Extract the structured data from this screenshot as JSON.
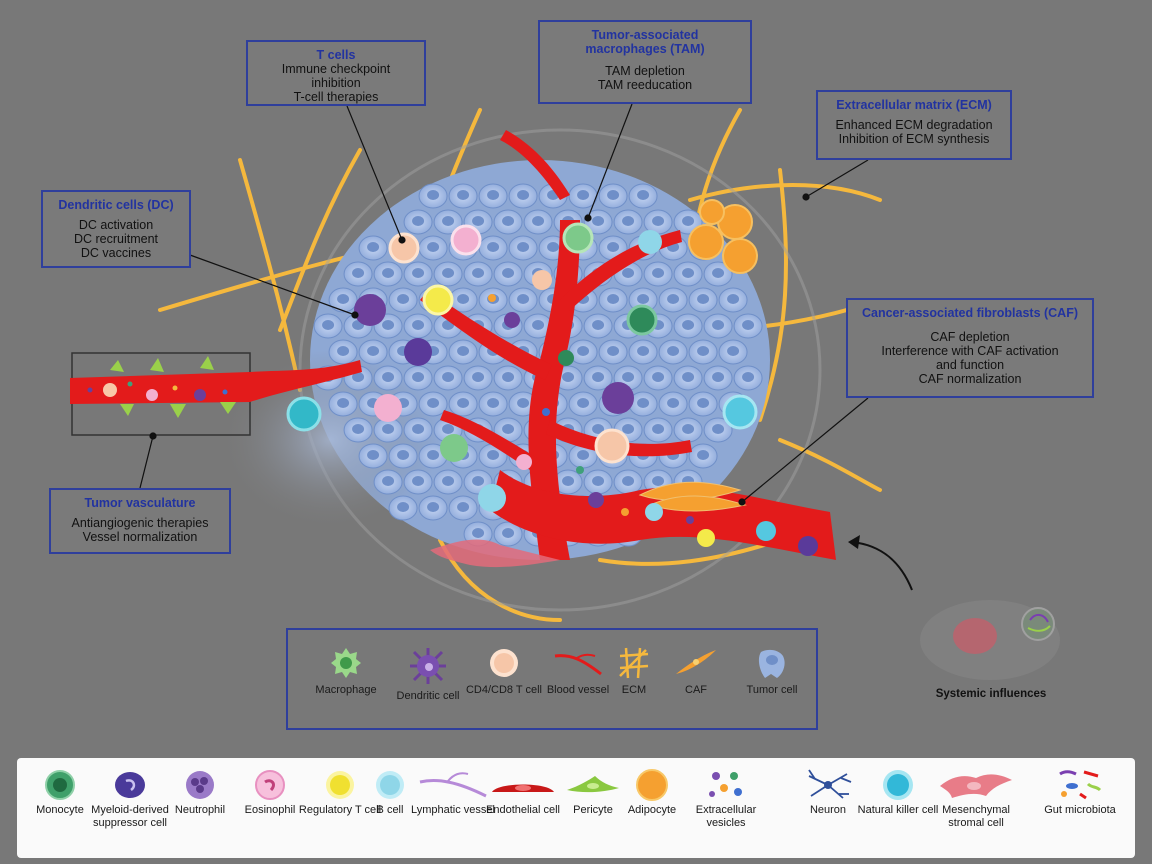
{
  "callouts": {
    "t_cells": {
      "title": "T cells",
      "lines": [
        "Immune checkpoint inhibition",
        "T-cell therapies"
      ]
    },
    "tam": {
      "title": "Tumor-associated macrophages (TAM)",
      "lines": [
        "TAM depletion",
        "TAM reeducation"
      ]
    },
    "ecm": {
      "title": "Extracellular matrix (ECM)",
      "lines": [
        "Enhanced ECM degradation",
        "Inhibition of ECM synthesis"
      ]
    },
    "dc": {
      "title": "Dendritic cells (DC)",
      "lines": [
        "DC activation",
        "DC recruitment",
        "DC vaccines"
      ]
    },
    "caf": {
      "title": "Cancer-associated fibroblasts (CAF)",
      "lines": [
        "CAF depletion",
        "Interference with CAF activation",
        "and function",
        "CAF normalization"
      ]
    },
    "vasculature": {
      "title": "Tumor vasculature",
      "lines": [
        "Antiangiogenic therapies",
        "Vessel normalization"
      ]
    }
  },
  "systemic_label": "Systemic influences",
  "legend": [
    {
      "icon": "macrophage-icon",
      "label": "Macrophage"
    },
    {
      "icon": "dendritic-cell-icon",
      "label": "Dendritic cell"
    },
    {
      "icon": "t-cell-icon",
      "label": "CD4/CD8 T cell"
    },
    {
      "icon": "blood-vessel-icon",
      "label": "Blood vessel"
    },
    {
      "icon": "ecm-icon",
      "label": "ECM"
    },
    {
      "icon": "caf-icon",
      "label": "CAF"
    },
    {
      "icon": "tumor-cell-icon",
      "label": "Tumor cell"
    }
  ],
  "bottom_legend": [
    {
      "icon": "monocyte-icon",
      "label": "Monocyte"
    },
    {
      "icon": "myeloid-derived-suppressor-cell-icon",
      "label": "Myeloid-derived suppressor cell"
    },
    {
      "icon": "neutrophil-icon",
      "label": "Neutrophil"
    },
    {
      "icon": "eosinophil-icon",
      "label": "Eosinophil"
    },
    {
      "icon": "regulatory-t-cell-icon",
      "label": "Regulatory T cell"
    },
    {
      "icon": "b-cell-icon",
      "label": "B cell"
    },
    {
      "icon": "lymphatic-vessel-icon",
      "label": "Lymphatic vessel"
    },
    {
      "icon": "endothelial-cell-icon",
      "label": "Endothelial cell"
    },
    {
      "icon": "pericyte-icon",
      "label": "Pericyte"
    },
    {
      "icon": "adipocyte-icon",
      "label": "Adipocyte"
    },
    {
      "icon": "extracellular-vesicles-icon",
      "label": "Extracellular vesicles"
    },
    {
      "icon": "neuron-icon",
      "label": "Neuron"
    },
    {
      "icon": "natural-killer-cell-icon",
      "label": "Natural killer cell"
    },
    {
      "icon": "mesenchymal-stromal-cell-icon",
      "label": "Mesenchymal stromal cell"
    },
    {
      "icon": "gut-microbiota-icon",
      "label": "Gut microbiota"
    }
  ],
  "colors": {
    "callout_border": "#2f3f9c",
    "callout_title": "#2233a0",
    "vessel": "#e31b1b",
    "tumor_cell": "#9ab4e0",
    "ecm_fiber": "#f5b83d",
    "background": "#787878"
  }
}
